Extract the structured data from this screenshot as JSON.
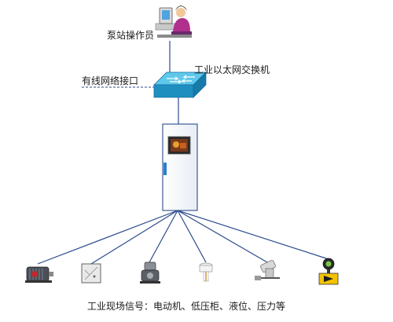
{
  "labels": {
    "operator": "泵站操作员",
    "switch": "工业以太网交换机",
    "wired_port": "有线网络接口",
    "field_signals": "工业现场信号：电动机、低压柜、液位、压力等"
  },
  "colors": {
    "link_line": "#2a4a8a",
    "switch_top": "#5ec8ea",
    "switch_side": "#1f8fc0",
    "cabinet_border": "#3c5a96",
    "cabinet_fill": "#f7f8fb",
    "arrow_badge": "#f2c200"
  },
  "icons": [
    "operator-icon",
    "switch-icon",
    "cabinet-icon",
    "motor-icon",
    "panel-icon",
    "pump-icon",
    "level-sensor-icon",
    "pressure-transmitter-icon",
    "flow-meter-icon"
  ]
}
